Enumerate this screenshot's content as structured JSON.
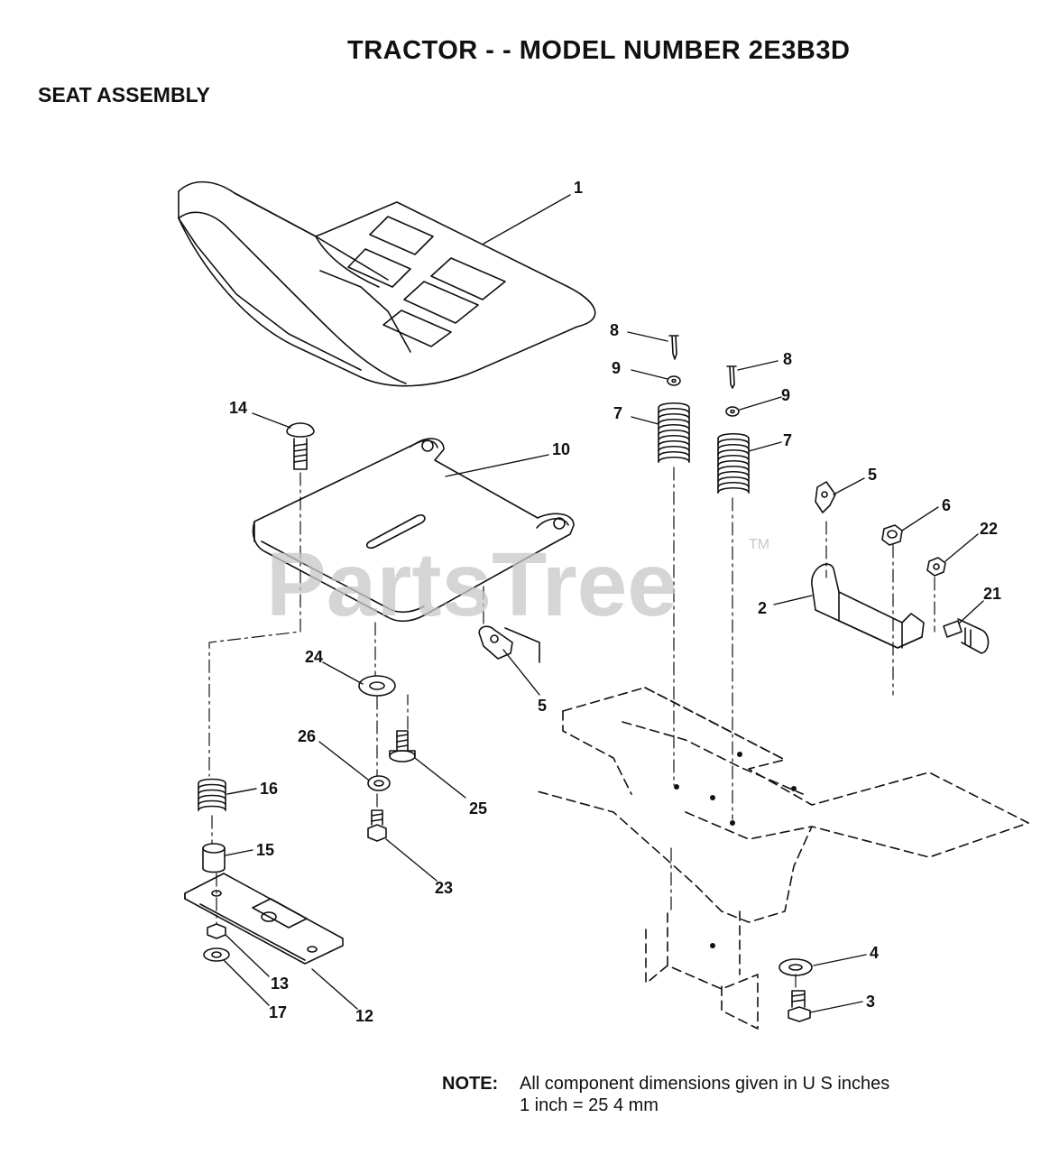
{
  "header": {
    "title": "TRACTOR - - MODEL NUMBER 2E3B3D",
    "subtitle": "SEAT ASSEMBLY"
  },
  "watermark": {
    "text": "PartsTree",
    "tm": "TM"
  },
  "callouts": [
    "1",
    "14",
    "10",
    "8",
    "9",
    "7",
    "8",
    "9",
    "7",
    "5",
    "6",
    "22",
    "2",
    "21",
    "24",
    "5",
    "26",
    "25",
    "16",
    "15",
    "23",
    "13",
    "17",
    "12",
    "4",
    "3"
  ],
  "note": {
    "label": "NOTE:",
    "line1": "All component dimensions given in U S  inches",
    "line2": "1 inch = 25 4 mm"
  },
  "colors": {
    "line": "#111111",
    "watermark": "#c8c8c8",
    "background": "#ffffff"
  }
}
